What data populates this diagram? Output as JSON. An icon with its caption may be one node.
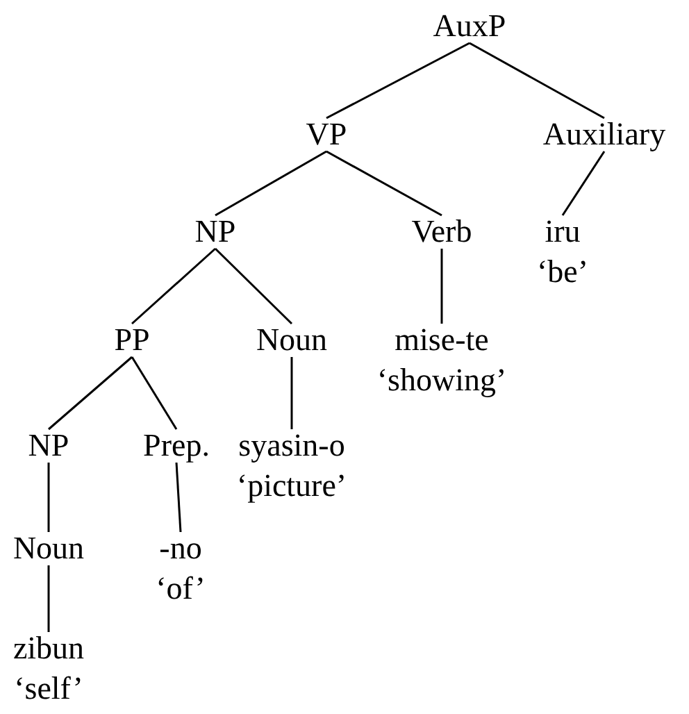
{
  "diagram": {
    "nodes": [
      {
        "text": [
          "AuxP"
        ]
      },
      {
        "text": [
          "VP"
        ]
      },
      {
        "text": [
          "Auxiliary"
        ]
      },
      {
        "text": [
          "NP"
        ]
      },
      {
        "text": [
          "Verb"
        ]
      },
      {
        "text": [
          "iru",
          "‘be’"
        ]
      },
      {
        "text": [
          "PP"
        ]
      },
      {
        "text": [
          "Noun"
        ]
      },
      {
        "text": [
          "mise-te",
          "‘showing’"
        ]
      },
      {
        "text": [
          "NP"
        ]
      },
      {
        "text": [
          "Prep."
        ]
      },
      {
        "text": [
          "syasin-o",
          "‘picture’"
        ]
      },
      {
        "text": [
          "Noun"
        ]
      },
      {
        "text": [
          "-no",
          "‘of’"
        ]
      },
      {
        "text": [
          "zibun",
          "‘self’"
        ]
      }
    ],
    "edges": [
      {
        "from": 0,
        "to": 1,
        "arrow": "none"
      },
      {
        "from": 0,
        "to": 2,
        "arrow": "none"
      },
      {
        "from": 1,
        "to": 3,
        "arrow": "none"
      },
      {
        "from": 1,
        "to": 4,
        "arrow": "none"
      },
      {
        "from": 2,
        "to": 5,
        "arrow": "none"
      },
      {
        "from": 3,
        "to": 6,
        "arrow": "none"
      },
      {
        "from": 3,
        "to": 7,
        "arrow": "none"
      },
      {
        "from": 4,
        "to": 8,
        "arrow": "none"
      },
      {
        "from": 6,
        "to": 9,
        "arrow": "none"
      },
      {
        "from": 6,
        "to": 10,
        "arrow": "none"
      },
      {
        "from": 7,
        "to": 11,
        "arrow": "none"
      },
      {
        "from": 9,
        "to": 12,
        "arrow": "none"
      },
      {
        "from": 10,
        "to": 13,
        "arrow": "none"
      },
      {
        "from": 12,
        "to": 14,
        "arrow": "none"
      }
    ]
  }
}
